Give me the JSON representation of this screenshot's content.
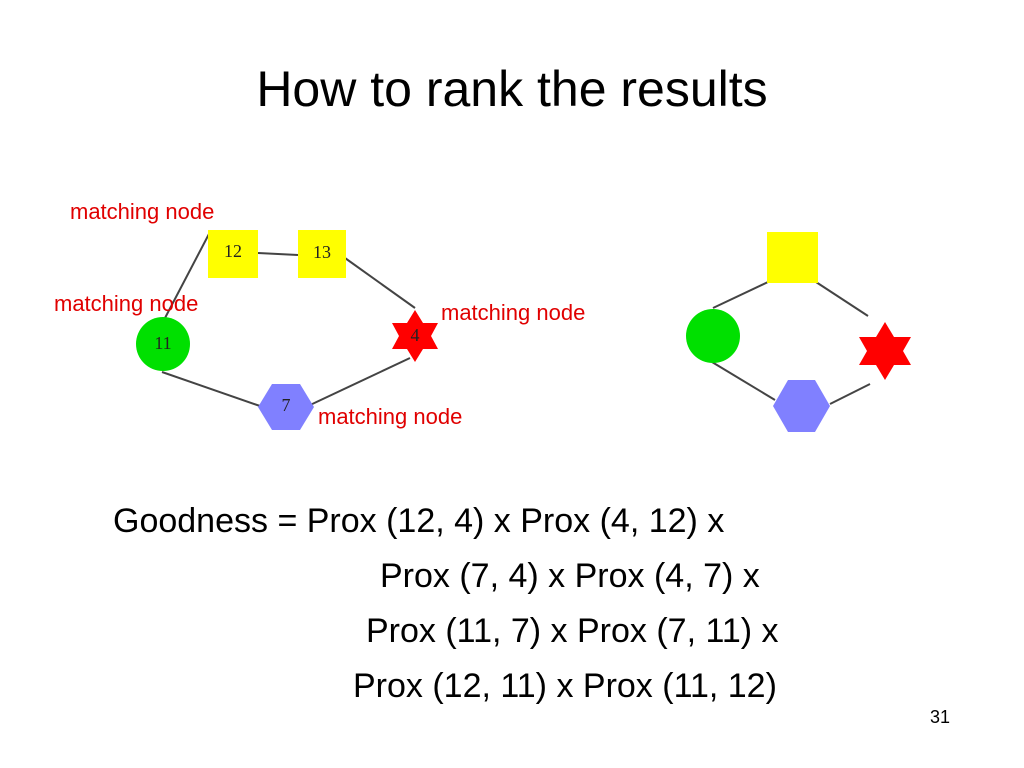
{
  "slide": {
    "title": "How to rank the results",
    "page_number": "31"
  },
  "labels": {
    "match_a": "matching node",
    "match_b": "matching node",
    "match_c": "matching node",
    "match_d": "matching node"
  },
  "nodes": {
    "n12": "12",
    "n13": "13",
    "n11": "11",
    "n4": "4",
    "n7": "7"
  },
  "colors": {
    "square": "#ffff00",
    "circle": "#00e000",
    "star": "#ff0000",
    "hexagon": "#8080ff",
    "label": "#e00000"
  },
  "formula": {
    "line1": "Goodness = Prox (12, 4) x Prox (4, 12) x",
    "line2": "Prox (7, 4) x Prox (4, 7) x",
    "line3": "Prox (11, 7) x Prox (7, 11) x",
    "line4": "Prox (12, 11) x Prox (11, 12)"
  }
}
